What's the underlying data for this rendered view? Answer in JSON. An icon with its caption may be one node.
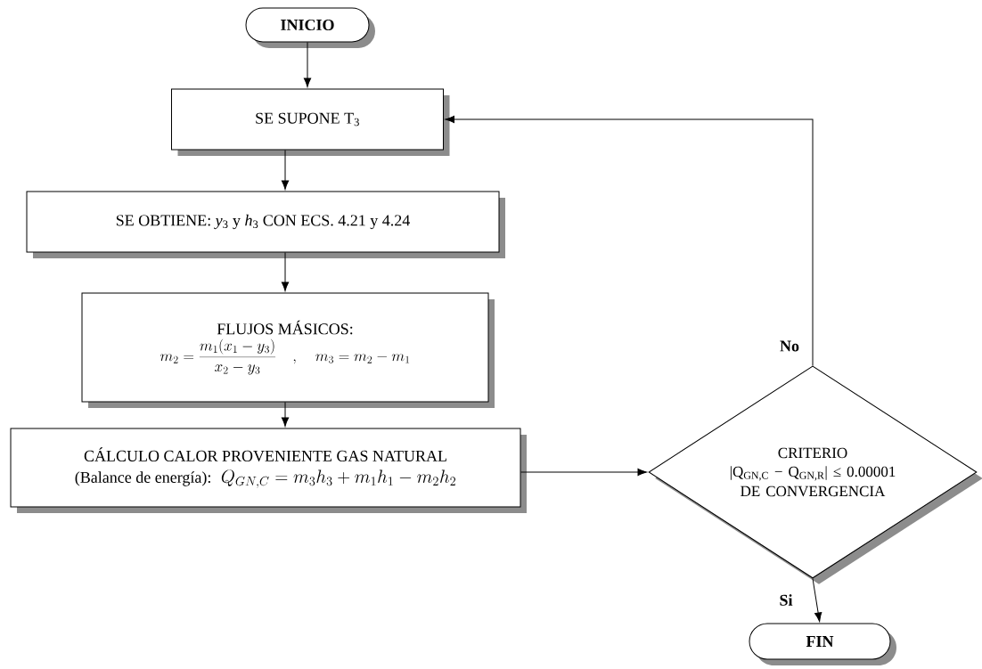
{
  "diagram": {
    "nodes": [
      {
        "text": [
          "INICIO"
        ]
      },
      {
        "text": [
          "SE SUPONE T$_{3}$"
        ]
      },
      {
        "text": [
          "SE OBTIENE: *y*$_{3}$ y *h*$_{3}$ CON ECS. 4.21 y 4.24"
        ]
      },
      {
        "text": [
          "FLUJOS MÁSICOS:",
          "m_2 = \\frac{m_1(x_1 - y_3)}{x_2 - y_3} \\quad , \\quad m_3 = m_2 - m_1"
        ]
      },
      {
        "text": [
          "CÁLCULO CALOR PROVENIENTE GAS NATURAL",
          "(Balance de energía):",
          "Q_{GN,C} = m_3 h_3 + m_1 h_1 - m_2 h_2"
        ]
      },
      {
        "text": [
          "CRITERIO",
          "|Q$_{GN,C}$ − Q$_{GN,R}$| ≤ 0.00001",
          "DE CONVERGENCIA"
        ]
      },
      {
        "text": [
          "FIN"
        ]
      }
    ],
    "edges": [
      {
        "from": 0,
        "to": 1,
        "arrow": "to"
      },
      {
        "from": 1,
        "to": 2,
        "arrow": "to"
      },
      {
        "from": 2,
        "to": 3,
        "arrow": "to"
      },
      {
        "from": 3,
        "to": 4,
        "arrow": "to"
      },
      {
        "from": 4,
        "to": 5,
        "arrow": "to"
      },
      {
        "from": 5,
        "to": 1,
        "arrow": "to",
        "label": "No"
      },
      {
        "from": 5,
        "to": 6,
        "arrow": "to",
        "label": "Si"
      }
    ]
  }
}
